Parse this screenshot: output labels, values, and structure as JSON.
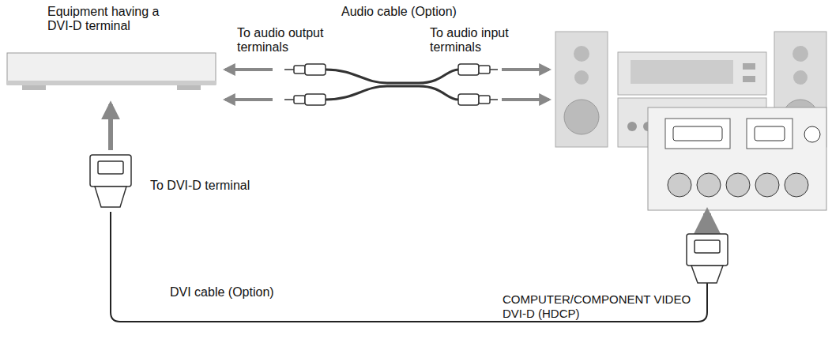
{
  "diagram": {
    "nodes": [
      {
        "text": [
          "Equipment having a DVI-D terminal"
        ]
      }
    ],
    "labels": [
      "Audio cable (Option)",
      "To audio output terminals",
      "To audio input terminals",
      "To DVI-D terminal",
      "DVI cable (Option)",
      "COMPUTER/COMPONENT VIDEO DVI-D (HDCP)"
    ]
  }
}
